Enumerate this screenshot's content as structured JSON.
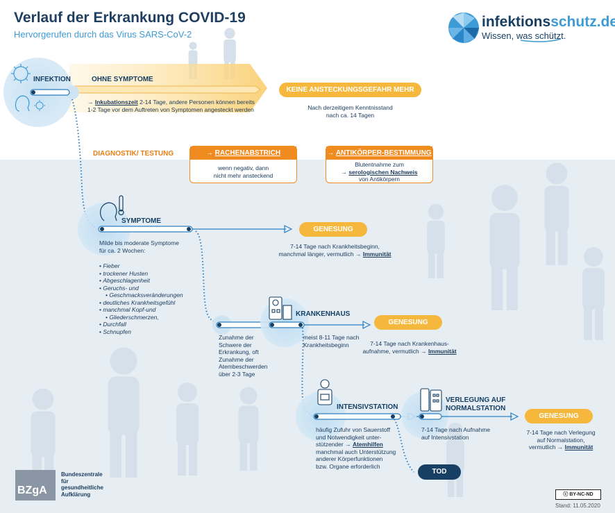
{
  "header": {
    "title": "Verlauf der Erkrankung COVID-19",
    "subtitle": "Hervorgerufen durch das Virus SARS-CoV-2",
    "logo_main": "infektions",
    "logo_accent": "schutz.de",
    "logo_tagline": "Wissen, was schützt."
  },
  "infection": {
    "label": "INFEKTION",
    "band_label": "OHNE SYMPTOME",
    "inkub_link": "Inkubationszeit",
    "inkub_text": " 2-14 Tage, andere Personen können bereits",
    "inkub_text2": "1-2 Tage vor dem Auftreten von Symptomen angesteckt werden",
    "no_risk_pill": "KEINE ANSTECKUNGSGEFAHR MEHR",
    "no_risk_text1": "Nach derzeitigem Kenntnisstand",
    "no_risk_text2": "nach ca. 14 Tagen"
  },
  "diagnostics": {
    "label": "DIAGNOSTIK/ TESTUNG",
    "swab_title": "RACHENABSTRICH",
    "swab_text1": "wenn negativ, dann",
    "swab_text2": "nicht mehr ansteckend",
    "antibody_title": "ANTIKÖRPER-BESTIMMUNG",
    "antibody_text1": "Blutentnahme zum",
    "antibody_link": "serologischen Nachweis",
    "antibody_text2": "von Antikörpern"
  },
  "symptoms": {
    "label": "SYMPTOME",
    "intro1": "Milde bis moderate Symptome",
    "intro2": "für ca. 2 Wochen:",
    "list": [
      "Fieber",
      "trockener Husten",
      "Abgeschlagenheit",
      "Geruchs- und",
      "Geschmacksveränderungen",
      "deutliches Krankheitsgefühl",
      "manchmal Kopf-und",
      "Gliederschmerzen,",
      "Durchfall",
      "Schnupfen"
    ],
    "recovery_pill": "GENESUNG",
    "recovery_text1": "7-14 Tage nach Krankheitsbeginn,",
    "recovery_text2": "manchmal länger, vermutlich",
    "recovery_link": "Immunität"
  },
  "worsening": {
    "lines": [
      "Zunahme der",
      "Schwere der",
      "Erkrankung, oft",
      "Zunahme der",
      "Atembeschwerden",
      "über 2-3 Tage"
    ]
  },
  "hospital": {
    "label": "KRANKENHAUS",
    "text1": "meist 8-11 Tage nach",
    "text2": "Krankheitsbeginn",
    "recovery_pill": "GENESUNG",
    "recovery_text1": "7-14 Tage nach Krankenhaus-",
    "recovery_text2": "aufnahme, vermutlich",
    "recovery_link": "Immunität"
  },
  "icu": {
    "label": "INTENSIVSTATION",
    "text1": "häufig Zufuhr von Sauerstoff",
    "text2": "und  Notwendigkeit unter-",
    "text3": "stützender",
    "text3_link": "Atemhilfen",
    "text4": "manchmal auch Unterstützung",
    "text5": "anderer Körperfunktionen",
    "text6": "bzw. Organe erforderlich",
    "death": "TOD"
  },
  "normal_ward": {
    "label1": "VERLEGUNG AUF",
    "label2": "NORMALSTATION",
    "text1": "7-14 Tage nach Aufnahme",
    "text2": "auf Intensivstation",
    "recovery_pill": "GENESUNG",
    "recovery_text1": "7-14 Tage nach Verlegung",
    "recovery_text2": "auf Normalstation,",
    "recovery_text3": "vermutlich",
    "recovery_link": "Immunität"
  },
  "footer": {
    "bzga_logo": "BZgA",
    "bzga_name": [
      "Bundeszentrale",
      "für",
      "gesundheitliche",
      "Aufklärung"
    ],
    "license": "BY-NC-ND",
    "stand": "Stand: 11.05.2020"
  },
  "colors": {
    "navy": "#173f63",
    "blue": "#3d9bd6",
    "orange": "#ef8b1f",
    "yellow": "#f6b83c",
    "bg_light": "#e6eef4"
  }
}
